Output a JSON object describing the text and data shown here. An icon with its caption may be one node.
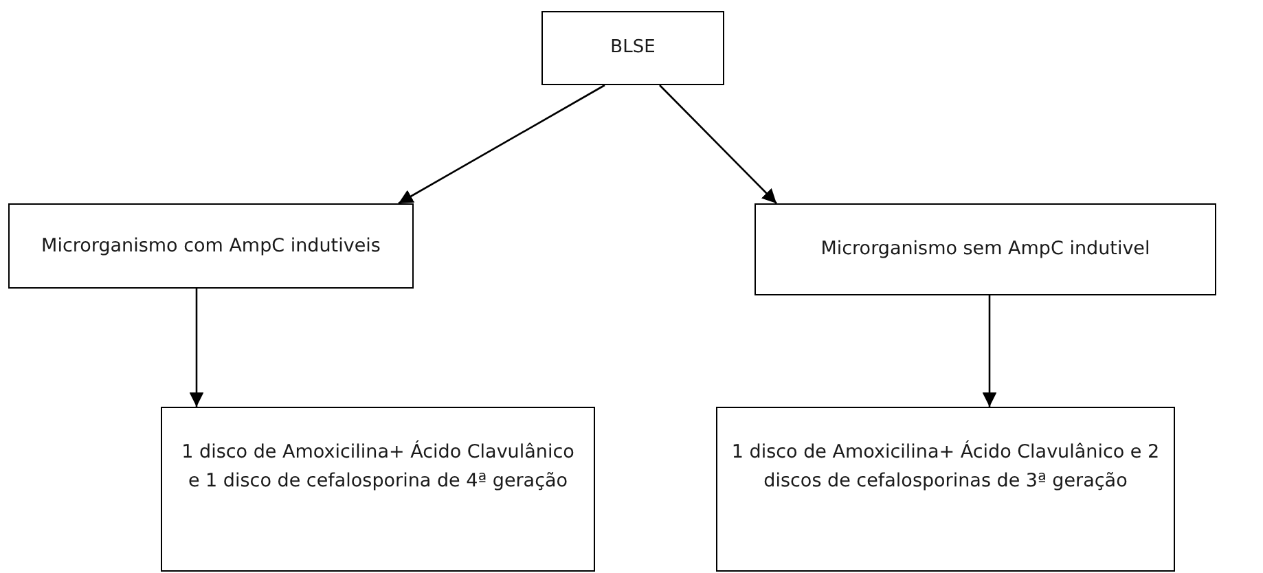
{
  "diagram": {
    "nodes": [
      {
        "text": [
          "BLSE"
        ]
      },
      {
        "text": [
          "Microrganismo com AmpC indutiveis"
        ]
      },
      {
        "text": [
          "Microrganismo sem AmpC indutivel"
        ]
      },
      {
        "text": [
          "1 disco de Amoxicilina+ Ácido Clavulânico e 1 disco de cefalosporina de 4ª geração"
        ]
      },
      {
        "text": [
          "1 disco de Amoxicilina+ Ácido Clavulânico e 2 discos de cefalosporinas de 3ª geração"
        ]
      }
    ],
    "edges": [
      {
        "from": 0,
        "to": 1,
        "arrow": "to"
      },
      {
        "from": 0,
        "to": 2,
        "arrow": "to"
      },
      {
        "from": 1,
        "to": 3,
        "arrow": "to"
      },
      {
        "from": 2,
        "to": 4,
        "arrow": "to"
      }
    ]
  }
}
